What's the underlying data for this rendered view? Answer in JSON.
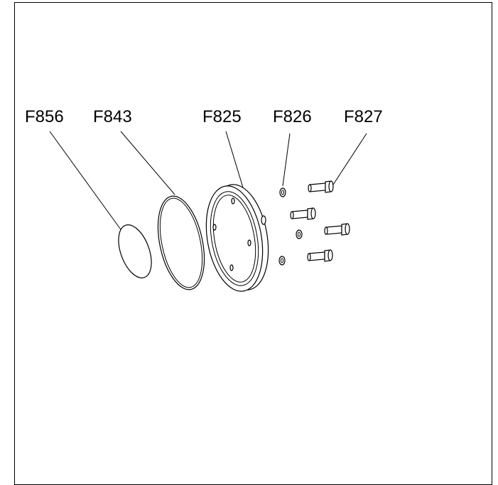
{
  "callouts": {
    "f856": "F856",
    "f843": "F843",
    "f825": "F825",
    "f826": "F826",
    "f827": "F827"
  }
}
